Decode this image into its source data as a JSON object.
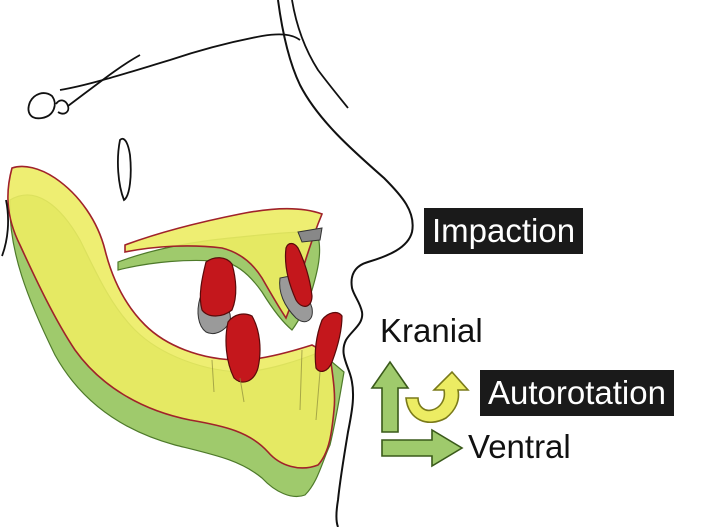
{
  "labels": {
    "impaction": "Impaction",
    "kranial": "Kranial",
    "autorotation": "Autorotation",
    "ventral": "Ventral"
  },
  "colors": {
    "postop_yellow": "#ecec63",
    "preop_green": "#9fca6c",
    "teeth_red": "#c4171c",
    "teeth_gray": "#9a9a9a",
    "outline": "#111111",
    "label_bg": "#1a1a1a",
    "arrow_up": "#9fca6c",
    "arrow_right": "#9fca6c",
    "arrow_rotate": "#ecec63"
  }
}
